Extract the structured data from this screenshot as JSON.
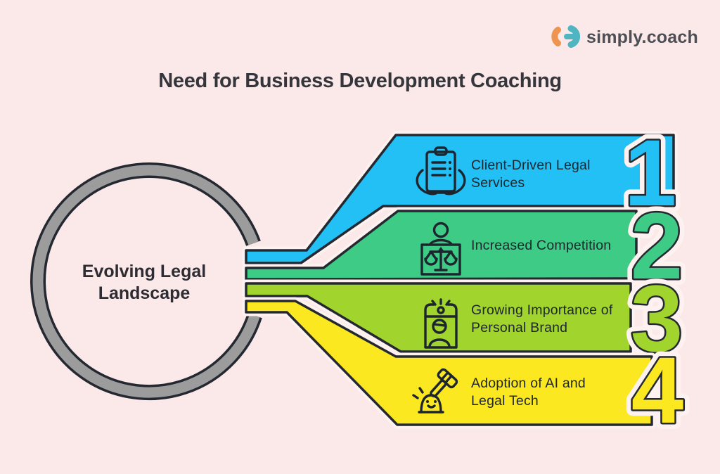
{
  "page": {
    "background": "#fbe9e9"
  },
  "logo": {
    "text": "simply.coach",
    "orange": "#ef9350",
    "teal": "#4fb5c0"
  },
  "title": "Need for Business Development Coaching",
  "hub": {
    "line1": "Evolving Legal",
    "line2": "Landscape",
    "ring_color": "#9c9c9c"
  },
  "items": [
    {
      "number": "1",
      "color": "#22c0f5",
      "icon": "contract-hands-icon",
      "line1": "Client-Driven Legal",
      "line2": "Services"
    },
    {
      "number": "2",
      "color": "#3ecb85",
      "icon": "person-scales-icon",
      "line1": "Increased Competition",
      "line2": ""
    },
    {
      "number": "3",
      "color": "#a1d42c",
      "icon": "personal-brand-badge-icon",
      "line1": "Growing Importance of",
      "line2": "Personal Brand"
    },
    {
      "number": "4",
      "color": "#fce821",
      "icon": "gavel-ai-bot-icon",
      "line1": "Adoption of AI and",
      "line2": "Legal Tech"
    }
  ]
}
